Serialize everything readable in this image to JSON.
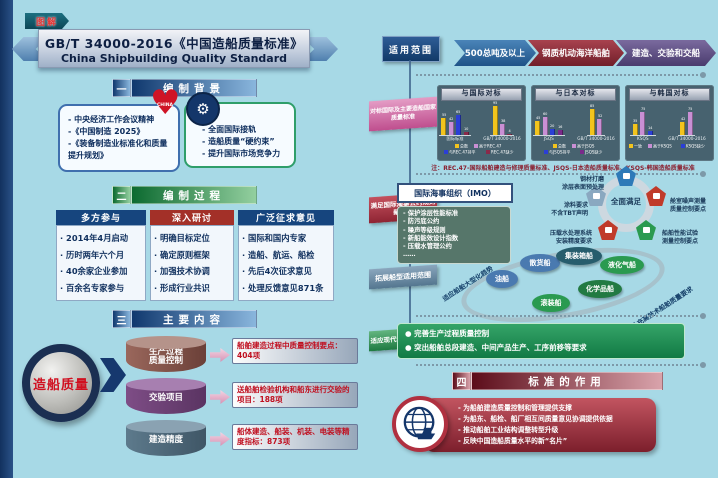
{
  "badge": "图解",
  "banner": {
    "title_zh": "GB/T 34000-2016《中国造船质量标准》",
    "title_en": "China Shipbuilding Quality Standard"
  },
  "section1": {
    "num": "一",
    "title": "编制背景",
    "policy_items": [
      "- 中央经济工作会议精神",
      "-《中国制造 2025》",
      "-《装备制造业标准化和质量提升规划》"
    ],
    "goal_items": [
      "- 全面国际接轨",
      "- 造船质量“硬约束”",
      "- 提升国际市场竞争力"
    ],
    "heart_label": "CHINA"
  },
  "section2": {
    "num": "二",
    "title": "编制过程",
    "columns": [
      {
        "header": "多方参与",
        "items": [
          "· 2014年4月启动",
          "· 历时两年六个月",
          "· 40余家企业参加",
          "· 百余名专家参与"
        ]
      },
      {
        "header": "深入研讨",
        "items": [
          "· 明确目标定位",
          "· 确定原则框架",
          "· 加强技术协调",
          "· 形成行业共识"
        ]
      },
      {
        "header": "广泛征求意见",
        "items": [
          "· 国际和国内专家",
          "· 造船、航运、船检",
          "· 先后4次征求意见",
          "· 处理反馈意见871条"
        ]
      }
    ]
  },
  "section3": {
    "num": "三",
    "title": "主要内容",
    "hub_label": "造船质量",
    "rows": [
      {
        "cylinder": "生产过程\n质量控制",
        "desc": "船舶建造过程中质量控制要点：404项"
      },
      {
        "cylinder": "交验项目",
        "desc": "送船舶检验机构和船东进行交验的项目：188项"
      },
      {
        "cylinder": "建造精度",
        "desc": "船体建造、船装、机装、电装等精度指标：873项"
      }
    ]
  },
  "section4": {
    "num": "四",
    "title": "标准的作用",
    "items": [
      "- 为船舶建造质量控制和管理提供支撑",
      "- 为船东、船检、船厂相互间质量意见协调提供依据",
      "- 推动船舶工业结构调整转型升级",
      "- 反映中国造船质量水平的新“名片”"
    ]
  },
  "right_panel": {
    "scope_label": "适用范围",
    "chevrons": [
      "500总吨及以上",
      "钢质机动海洋船舶",
      "建造、交验和交船"
    ],
    "row_labels": {
      "benchmark": "对标国际及主要造船国家\n质量标准",
      "imo": "满足国际海事公约规则\n新要求",
      "ships": "拓展船型适用范围",
      "modern": "适应现代造船模式要求"
    },
    "charts_note": "注：REC.47-国际船舶建造与修理质量标准、JSQS-日本造船质量标准、KSQS-韩国造船质量标准",
    "imo": {
      "org": "国际海事组织（IMO）",
      "conventions": [
        "- 保护涂层性能标准",
        "- 防污底公约",
        "- 噪声等级规则",
        "- 新船能效设计指数",
        "- 压载水管理公约",
        "……"
      ],
      "ring_center": "全面满足",
      "ring_labels": {
        "top_left": "钢材打磨\n涂层表面预处理",
        "left": "涂料要求\n不含TBT声明",
        "right": "舱室噪声测量\n质量控制要点",
        "bottom_left": "压载水处理系统\n安装精度要求",
        "bottom_right": "船舶性能试验\n测量控制要点"
      }
    },
    "ships": {
      "ovals": [
        "油船",
        "散货船",
        "集装箱船",
        "液化气船",
        "化学品船",
        "滚装船"
      ],
      "diag_top": "适应船舶大型化趋势",
      "diag_bottom": "补充高技术船舶质量要求"
    },
    "modern_items": [
      "● 完善生产过程质量控制",
      "● 突出船舶总段建造、中间产品生产、工序前移等要求"
    ]
  },
  "chart_data": [
    {
      "type": "bar",
      "title": "与国际对标",
      "groups": [
        "国际标准",
        "GB/T 34000-2016"
      ],
      "ylim": [
        0,
        100
      ],
      "series": [
        {
          "name": "总数",
          "color": "#f2c41d",
          "values": [
            55,
            95
          ]
        },
        {
          "name": "高于REC.47",
          "color": "#c98fd4",
          "values": [
            42,
            38
          ]
        },
        {
          "name": "与REC.47持平",
          "color": "#2b3fd6",
          "values": [
            65,
            0
          ]
        },
        {
          "name": "REC.47缺少",
          "color": "#8a2a4a",
          "values": [
            10,
            4
          ]
        }
      ]
    },
    {
      "type": "bar",
      "title": "与日本对标",
      "groups": [
        "JSQS",
        "GB/T 34000-2016"
      ],
      "ylim": [
        0,
        100
      ],
      "series": [
        {
          "name": "总数",
          "color": "#f2c41d",
          "values": [
            45,
            85
          ]
        },
        {
          "name": "高于JSQS",
          "color": "#c98fd4",
          "values": [
            60,
            52
          ]
        },
        {
          "name": "与JSQS持平",
          "color": "#2b3fd6",
          "values": [
            20,
            0
          ]
        },
        {
          "name": "JSQS缺少",
          "color": "#7a2a8a",
          "values": [
            16,
            0
          ]
        }
      ]
    },
    {
      "type": "bar",
      "title": "与韩国对标",
      "groups": [
        "KSQS",
        "GB/T 34000-2016"
      ],
      "ylim": [
        0,
        100
      ],
      "series": [
        {
          "name": "一致",
          "color": "#f2c41d",
          "values": [
            35,
            42
          ]
        },
        {
          "name": "高于KSQS",
          "color": "#c98fd4",
          "values": [
            75,
            75
          ]
        },
        {
          "name": "KSQS缺少",
          "color": "#2b3fd6",
          "values": [
            14,
            0
          ]
        }
      ]
    }
  ]
}
